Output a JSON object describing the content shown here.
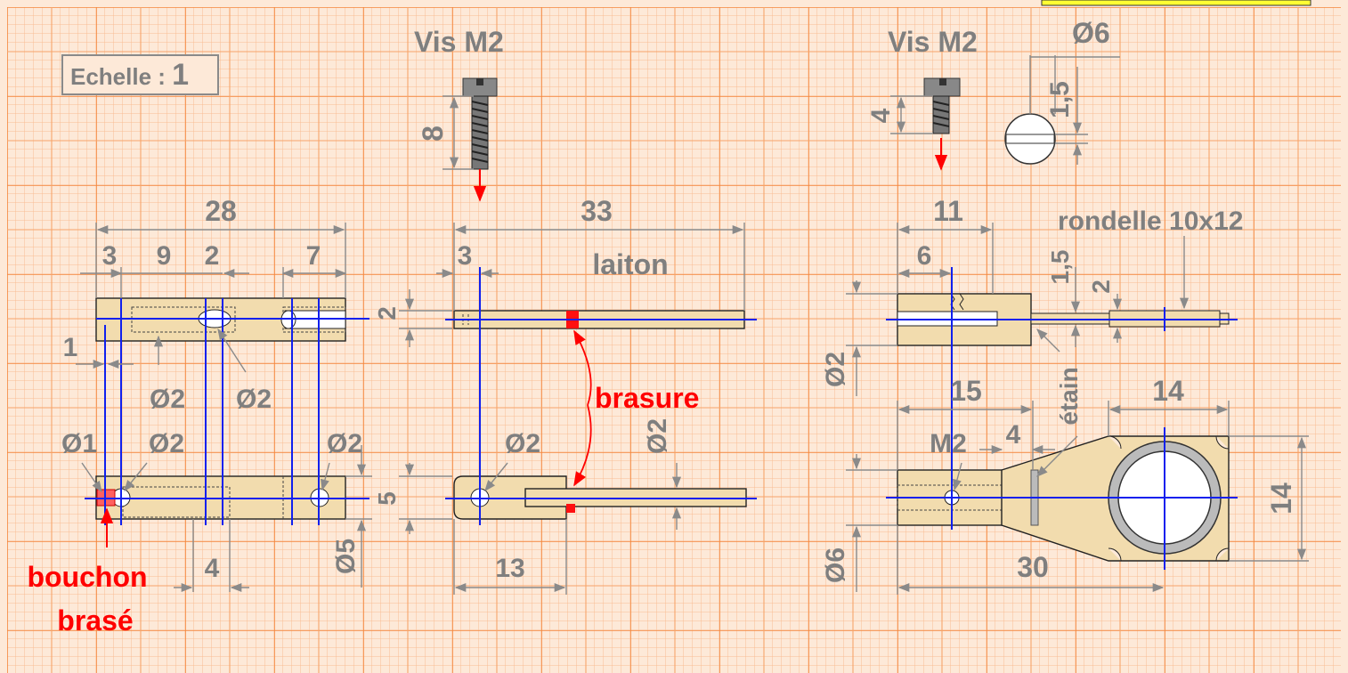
{
  "colors": {
    "paper": "#fde9d8",
    "grid_major": "#f4863c",
    "grid_minor": "#f9bd93",
    "part_fill": "#f2dcae",
    "dimension": "#7f7f7f",
    "axis_line": "#1020ee",
    "annotation_red": "#ff0000"
  },
  "scale_box": {
    "prefix": "Echelle : ",
    "value": "1"
  },
  "labels": {
    "screw_left": "Vis M2",
    "screw_right": "Vis M2",
    "material": "laiton",
    "washer": "rondelle 10x12",
    "brazing": "brasure",
    "plug_line1": "bouchon",
    "plug_line2": "brasé",
    "solder": "étain",
    "thread": "M2"
  },
  "dimensions": {
    "screw_len_8": "8",
    "screw_len_4": "4",
    "head_dia_6": "Ø6",
    "head_h_1_5": "1,5",
    "d28": "28",
    "d3a": "3",
    "d9": "9",
    "d2a": "2",
    "d7": "7",
    "d1": "1",
    "d33": "33",
    "d3b": "3",
    "d2b": "2",
    "d11": "11",
    "d6": "6",
    "d1_5b": "1,5",
    "d2c": "2",
    "phi2_a": "Ø2",
    "phi2_b": "Ø2",
    "phi1": "Ø1",
    "phi2_c": "Ø2",
    "phi2_d": "Ø2",
    "phi2_e": "Ø2",
    "phi2_f": "Ø2",
    "phi2_g": "Ø2",
    "d4a": "4",
    "phi5": "Ø5",
    "d5": "5",
    "d13": "13",
    "d15": "15",
    "d4b": "4",
    "d14a": "14",
    "d14b": "14",
    "phi6": "Ø6",
    "d30": "30"
  }
}
